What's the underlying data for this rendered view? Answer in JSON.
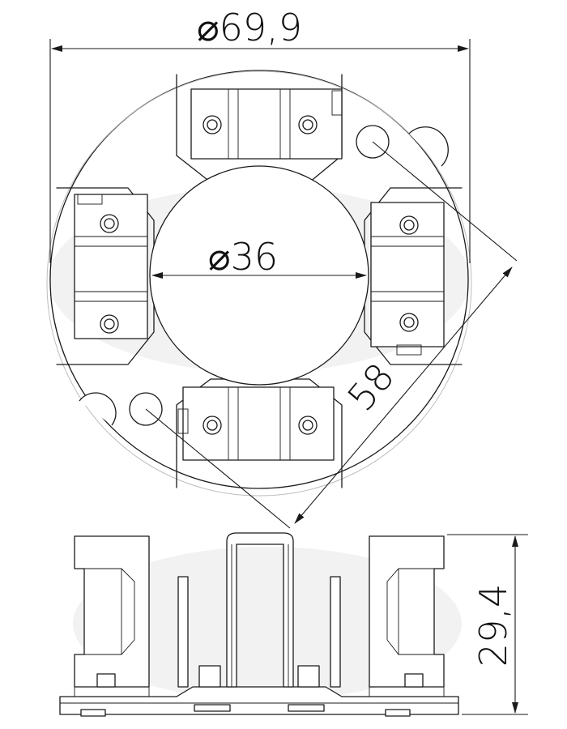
{
  "dimensions": {
    "outer_diameter": {
      "symbol": "⌀",
      "value": "69,9"
    },
    "inner_diameter": {
      "symbol": "⌀",
      "value": "36"
    },
    "hole_spacing": "58",
    "height": "29,4"
  },
  "colors": {
    "line": "#1a1a1a",
    "background": "#ffffff",
    "watermark": "#d9d9d9"
  }
}
